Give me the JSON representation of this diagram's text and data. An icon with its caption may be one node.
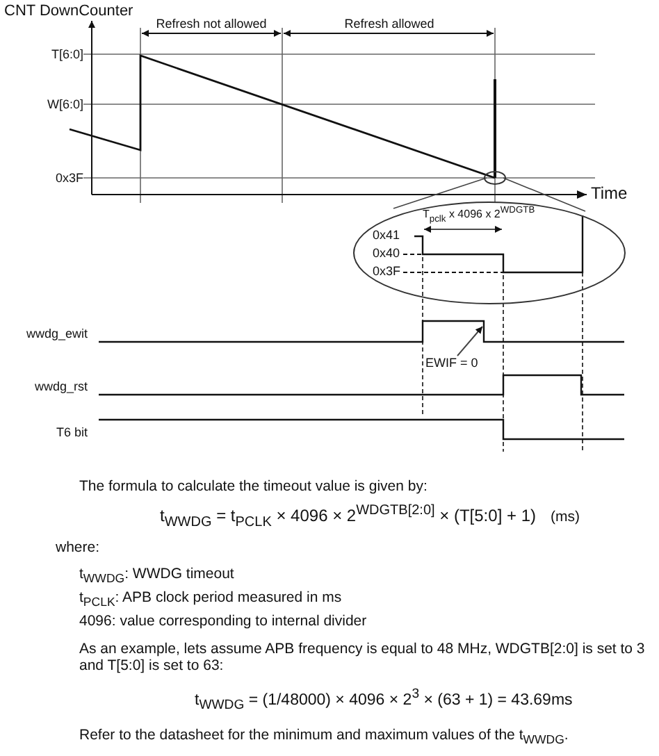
{
  "diagram": {
    "nodes": [
      {
        "text": [],
        "shape": "circle"
      },
      {
        "text": [
          "T$_{pclk}$ x 4096 x 2$^{WDGTB}$",
          "0x41",
          "0x40",
          "0x3F"
        ]
      },
      {
        "text": [
          "EWIF = 0"
        ]
      }
    ],
    "edges": [
      {
        "from": 0,
        "to": 1,
        "arrow": "none"
      },
      {
        "from": 0,
        "to": 1,
        "arrow": "none"
      },
      {
        "from": 2,
        "to": null,
        "arrow": "to"
      }
    ],
    "labels": [
      "CNT DownCounter",
      "Refresh not allowed",
      "Refresh allowed",
      "T[6:0]",
      "W[6:0]",
      "0x3F",
      "Time",
      "wwdg_ewit",
      "wwdg_rst",
      "T6 bit",
      "The formula to calculate the timeout value is given by:",
      "t$_{WWDG}$ = t$_{PCLK}$ × 4096 × 2$^{WDGTB[2:0]}$ × (T[5:0] + 1)",
      "(ms)",
      "where:",
      "t$_{WWDG}$: WWDG timeout",
      "t$_{PCLK}$: APB clock period measured in ms",
      "4096: value corresponding to internal divider",
      "As an example, lets assume APB frequency is equal to 48 MHz, WDGTB[2:0] is set to 3 and T[5:0] is set to 63:",
      "t$_{WWDG}$ = (1/48000) × 4096 × 2$^{3}$ × (63 + 1) = 43.69ms",
      "Refer to the datasheet for the minimum and maximum values of the t$_{WWDG}$."
    ]
  }
}
